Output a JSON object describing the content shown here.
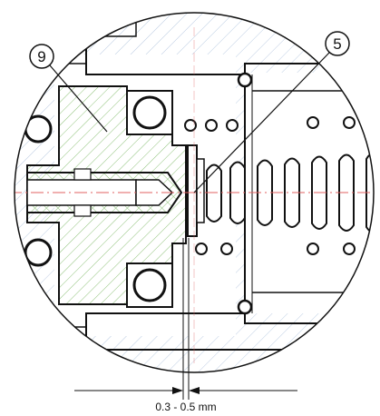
{
  "callouts": [
    {
      "id": "callout-9",
      "number": "9"
    },
    {
      "id": "callout-5",
      "number": "5"
    }
  ],
  "dimension": {
    "text": "0.3 - 0.5 mm"
  },
  "colors": {
    "line": "#111111",
    "hatch_green": "#8fc27a",
    "hatch_blue": "#9fb7d6",
    "axis_red": "#e06060",
    "background": "#ffffff"
  }
}
